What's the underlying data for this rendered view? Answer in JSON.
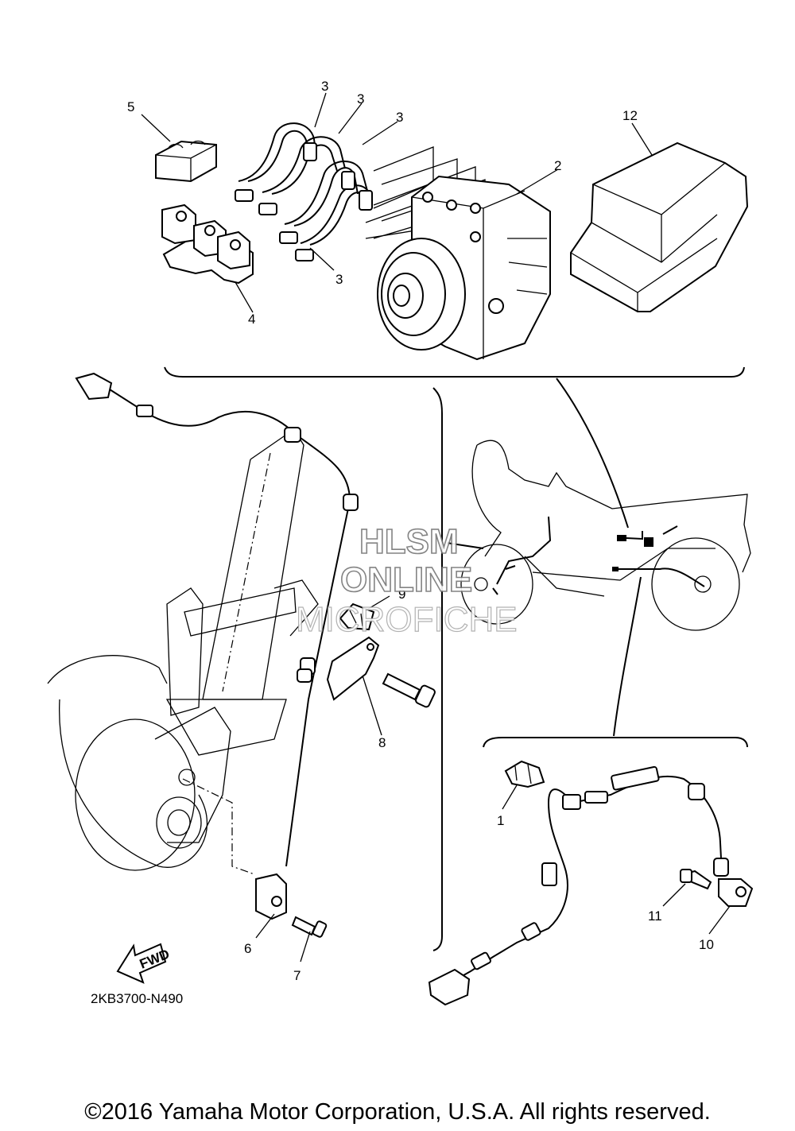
{
  "diagram": {
    "callouts": {
      "p1": "1",
      "p2": "2",
      "p3a": "3",
      "p3b": "3",
      "p3c": "3",
      "p3d": "3",
      "p4": "4",
      "p5": "5",
      "p6": "6",
      "p7": "7",
      "p8": "8",
      "p9": "9",
      "p10": "10",
      "p11": "11",
      "p12": "12"
    },
    "fwd_label": "FWD",
    "drawing_code": "2KB3700-N490"
  },
  "watermark": {
    "line1": "HLSM",
    "line2": "ONLINE",
    "line3": "MICROFICHE"
  },
  "footer": {
    "copyright": "©2016 Yamaha Motor Corporation, U.S.A. All rights reserved."
  }
}
